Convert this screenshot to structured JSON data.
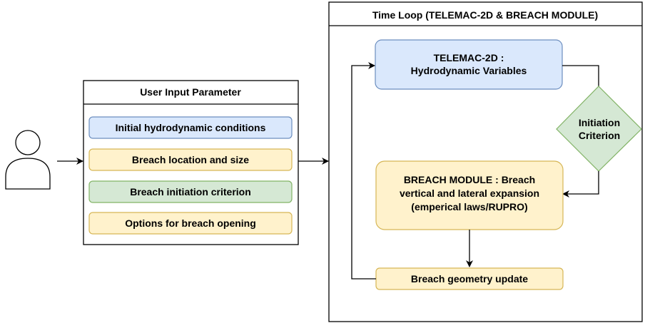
{
  "colors": {
    "blue_fill": "#dae8fc",
    "blue_stroke": "#6c8ebf",
    "yellow_fill": "#fff2cc",
    "yellow_stroke": "#d6b656",
    "green_fill": "#d5e8d4",
    "green_stroke": "#82b366",
    "line": "#000000"
  },
  "icons": {
    "user": "user-icon"
  },
  "user_input": {
    "title": "User Input Parameter",
    "items": [
      "Initial hydrodynamic conditions",
      "Breach location and size",
      "Breach initiation criterion",
      "Options for breach opening"
    ]
  },
  "time_loop": {
    "title": "Time Loop (TELEMAC-2D & BREACH MODULE)",
    "telemac": [
      "TELEMAC-2D :",
      "Hydrodynamic Variables"
    ],
    "criterion": [
      "Initiation",
      "Criterion"
    ],
    "breach_module": [
      "BREACH MODULE : Breach",
      "vertical and lateral expansion",
      "(emperical laws/RUPRO)"
    ],
    "geometry_update": "Breach geometry update"
  }
}
